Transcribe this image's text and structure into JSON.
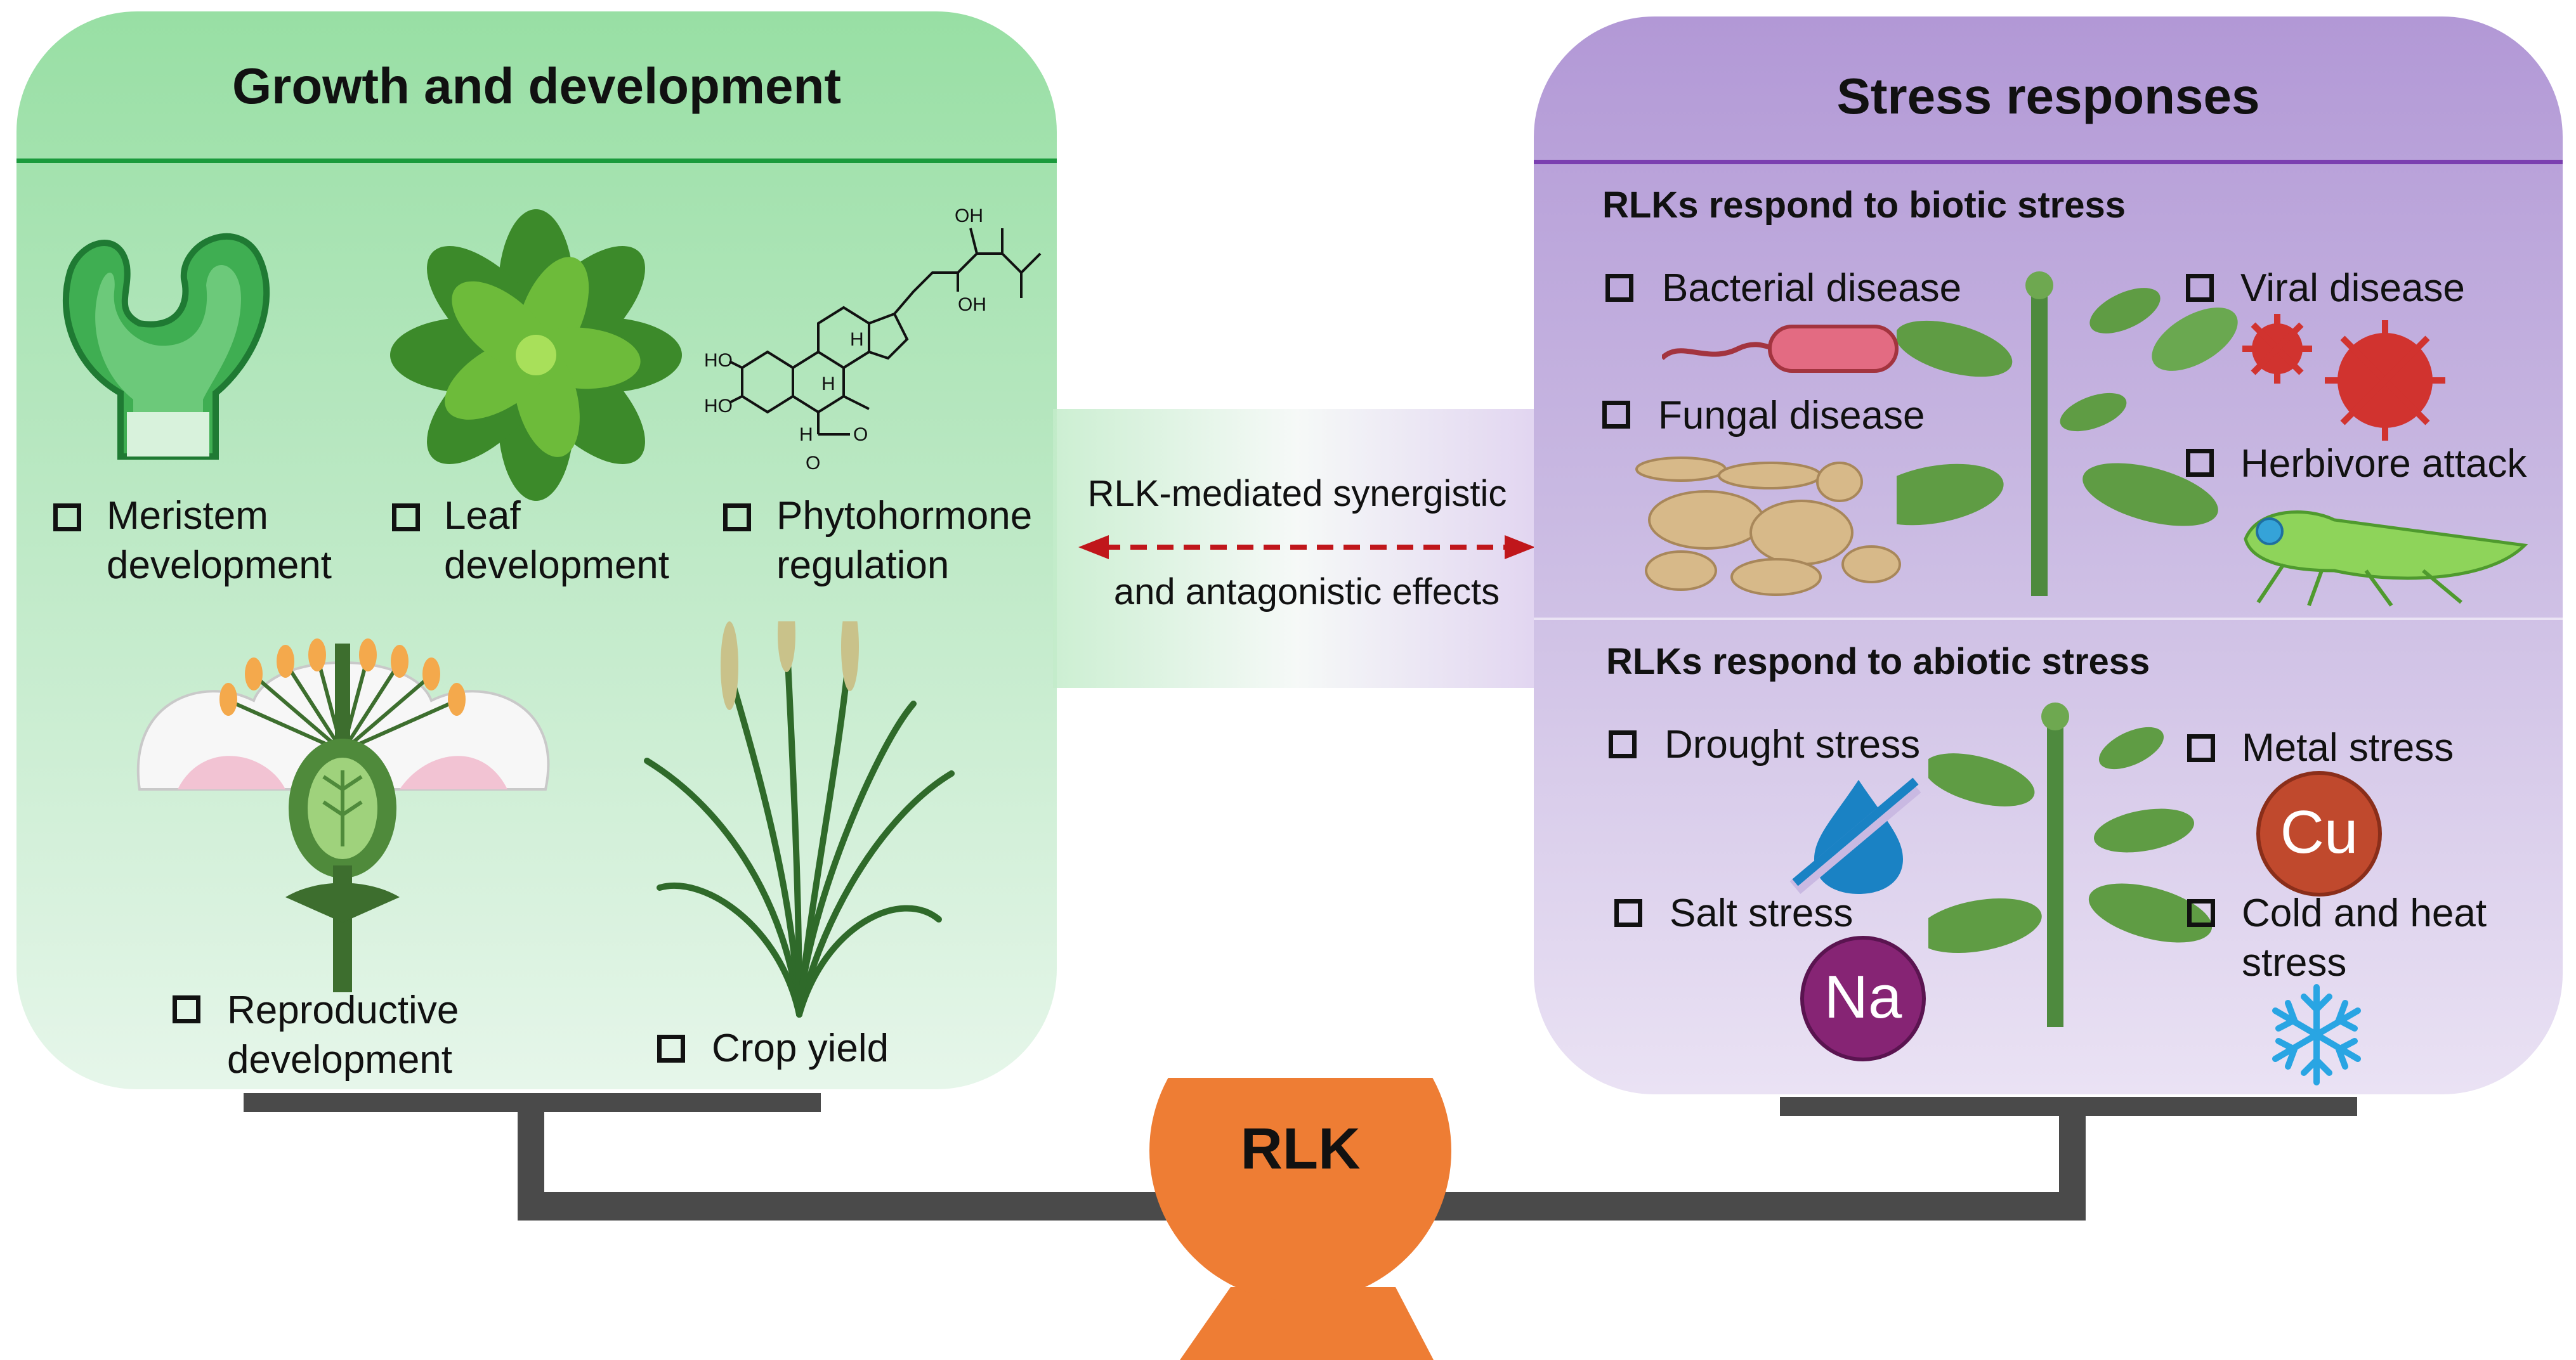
{
  "growth": {
    "title": "Growth and development",
    "items": [
      {
        "line1": "Meristem",
        "line2": "development"
      },
      {
        "line1": "Leaf",
        "line2": "development"
      },
      {
        "line1": "Phytohormone",
        "line2": "regulation"
      },
      {
        "line1": "Reproductive",
        "line2": "development"
      },
      {
        "line1": "Crop yield",
        "line2": ""
      }
    ],
    "molecule_labels": [
      "OH",
      "OH",
      "HO",
      "HO",
      "H",
      "H",
      "H",
      "O",
      "O"
    ],
    "color": "#1a9a3c"
  },
  "stress": {
    "title": "Stress responses",
    "biotic_title": "RLKs respond to biotic stress",
    "abiotic_title": "RLKs respond to abiotic stress",
    "biotic_items": [
      "Bacterial disease",
      "Viral disease",
      "Fungal disease",
      "Herbivore attack"
    ],
    "abiotic_items": [
      "Drought stress",
      "Metal stress",
      "Salt stress",
      "Cold and heat",
      "stress"
    ],
    "cu_symbol": "Cu",
    "na_symbol": "Na",
    "color": "#7a3fb0"
  },
  "link": {
    "line1": "RLK-mediated synergistic",
    "line2": "and antagonistic effects",
    "arrow_color": "#c0161b"
  },
  "balance": {
    "label": "RLK",
    "fulcrum_color": "#ee7d34",
    "beam_color": "#4a4a4a"
  }
}
